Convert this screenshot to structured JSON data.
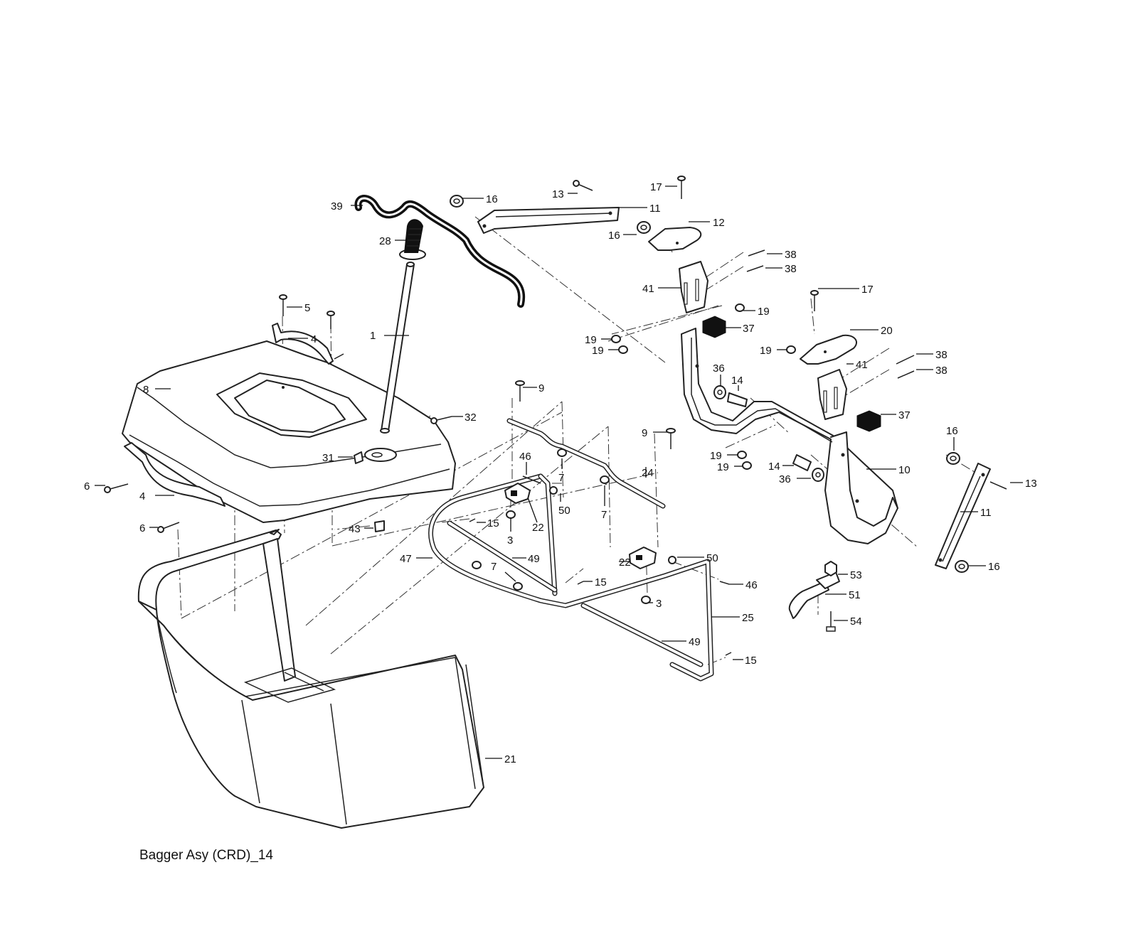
{
  "caption": "Bagger Asy (CRD)_14",
  "parts": [
    "1",
    "3",
    "4",
    "5",
    "6",
    "7",
    "8",
    "9",
    "10",
    "11",
    "12",
    "13",
    "14",
    "15",
    "16",
    "17",
    "19",
    "20",
    "21",
    "22",
    "24",
    "25",
    "28",
    "31",
    "32",
    "36",
    "37",
    "38",
    "39",
    "41",
    "43",
    "46",
    "47",
    "49",
    "50",
    "51",
    "53",
    "54"
  ]
}
